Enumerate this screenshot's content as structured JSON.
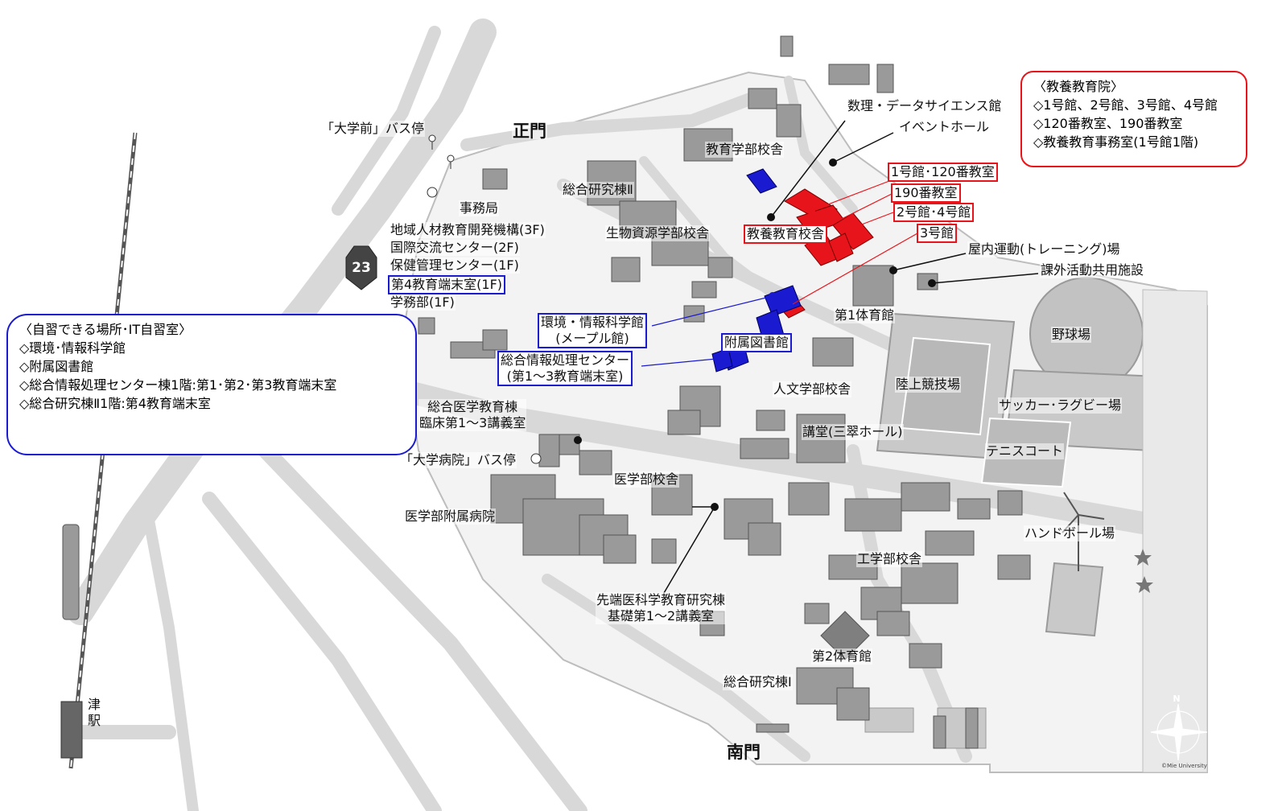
{
  "gates": {
    "north": "正門",
    "south": "南門"
  },
  "station": {
    "name_line1": "津",
    "name_line2": "駅"
  },
  "route_number": "23",
  "labels": {
    "bus_stop_front": "「大学前」バス停",
    "bus_stop_hospital": "「大学病院」バス停",
    "admin_office": "事務局",
    "research_bldg_2": "総合研究棟Ⅱ",
    "regional_hr": "地域人材教育開発機構(3F)",
    "intl_exchange": "国際交流センター(2F)",
    "health_center": "保健管理センター(1F)",
    "terminal_room_4": "第4教育端末室(1F)",
    "student_affairs": "学務部(1F)",
    "bioresources": "生物資源学部校舎",
    "education_faculty": "教育学部校舎",
    "data_science": "数理・データサイエンス館",
    "event_hall": "イベントホール",
    "bldg_1_120": "1号館･120番教室",
    "room_190": "190番教室",
    "bldg_2_4": "2号館･4号館",
    "bldg_3": "3号館",
    "kyoyo_bldg": "教養教育校舎",
    "indoor_sports": "屋内運動(トレーニング)場",
    "club_facility": "課外活動共用施設",
    "gym_1": "第1体育館",
    "env_info_line1": "環境・情報科学館",
    "env_info_line2": "(メープル館)",
    "library": "附属図書館",
    "info_center_line1": "総合情報処理センター",
    "info_center_line2": "(第1～3教育端末室)",
    "humanities": "人文学部校舎",
    "athletics": "陸上競技場",
    "baseball": "野球場",
    "soccer_rugby": "サッカー･ラグビー場",
    "tennis": "テニスコート",
    "med_edu_line1": "総合医学教育棟",
    "med_edu_line2": "臨床第1～3講義室",
    "auditorium": "講堂(三翠ホール)",
    "medicine_faculty": "医学部校舎",
    "hospital": "医学部附属病院",
    "advanced_med_line1": "先端医科学教育研究棟",
    "advanced_med_line2": "基礎第1～2講義室",
    "engineering": "工学部校舎",
    "handball": "ハンドボール場",
    "gym_2": "第2体育館",
    "research_bldg_1": "総合研究棟Ⅰ",
    "compass_n": "N",
    "copyright": "©Mie University"
  },
  "panel_study": {
    "title": "〈自習できる場所･IT自習室〉",
    "items": [
      "◇環境･情報科学館",
      "◇附属図書館",
      "◇総合情報処理センター棟1階:第1･第2･第3教育端末室",
      "◇総合研究棟Ⅱ1階:第4教育端末室"
    ]
  },
  "panel_kyoyo": {
    "title": "〈教養教育院〉",
    "items": [
      "◇1号館、2号館、3号館、4号館",
      "◇120番教室、190番教室",
      "◇教養教育事務室(1号館1階)"
    ]
  },
  "colors": {
    "highlight_red": "#e8141b",
    "highlight_blue": "#1a1ad0",
    "building": "#9a9a9a",
    "road": "#ededed",
    "field": "#c8c8c8"
  }
}
